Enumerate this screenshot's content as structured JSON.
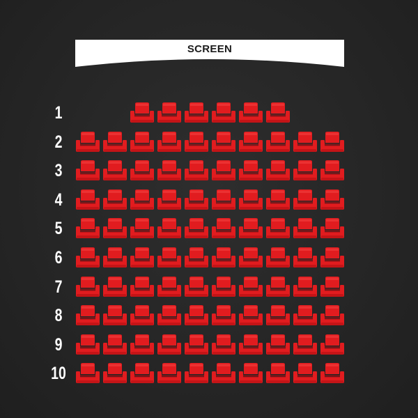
{
  "screen": {
    "label": "SCREEN"
  },
  "colors": {
    "background": "#262626",
    "screen": "#ffffff",
    "seat": "#e11c1f",
    "seat_light": "#f03a3a",
    "seat_shadow": "#b10f12",
    "row_label": "#ffffff"
  },
  "seating": {
    "rows": [
      {
        "label": "1",
        "seats": [
          "available",
          "available",
          "available",
          "available",
          "available",
          "available"
        ]
      },
      {
        "label": "2",
        "seats": [
          "available",
          "available",
          "available",
          "available",
          "available",
          "available",
          "available",
          "available",
          "available",
          "available"
        ]
      },
      {
        "label": "3",
        "seats": [
          "available",
          "available",
          "available",
          "available",
          "available",
          "available",
          "available",
          "available",
          "available",
          "available"
        ]
      },
      {
        "label": "4",
        "seats": [
          "available",
          "available",
          "available",
          "available",
          "available",
          "available",
          "available",
          "available",
          "available",
          "available"
        ]
      },
      {
        "label": "5",
        "seats": [
          "available",
          "available",
          "available",
          "available",
          "available",
          "available",
          "available",
          "available",
          "available",
          "available"
        ]
      },
      {
        "label": "6",
        "seats": [
          "available",
          "available",
          "available",
          "available",
          "available",
          "available",
          "available",
          "available",
          "available",
          "available"
        ]
      },
      {
        "label": "7",
        "seats": [
          "available",
          "available",
          "available",
          "available",
          "available",
          "available",
          "available",
          "available",
          "available",
          "available"
        ]
      },
      {
        "label": "8",
        "seats": [
          "available",
          "available",
          "available",
          "available",
          "available",
          "available",
          "available",
          "available",
          "available",
          "available"
        ]
      },
      {
        "label": "9",
        "seats": [
          "available",
          "available",
          "available",
          "available",
          "available",
          "available",
          "available",
          "available",
          "available",
          "available"
        ]
      },
      {
        "label": "10",
        "seats": [
          "available",
          "available",
          "available",
          "available",
          "available",
          "available",
          "available",
          "available",
          "available",
          "available"
        ]
      }
    ]
  }
}
